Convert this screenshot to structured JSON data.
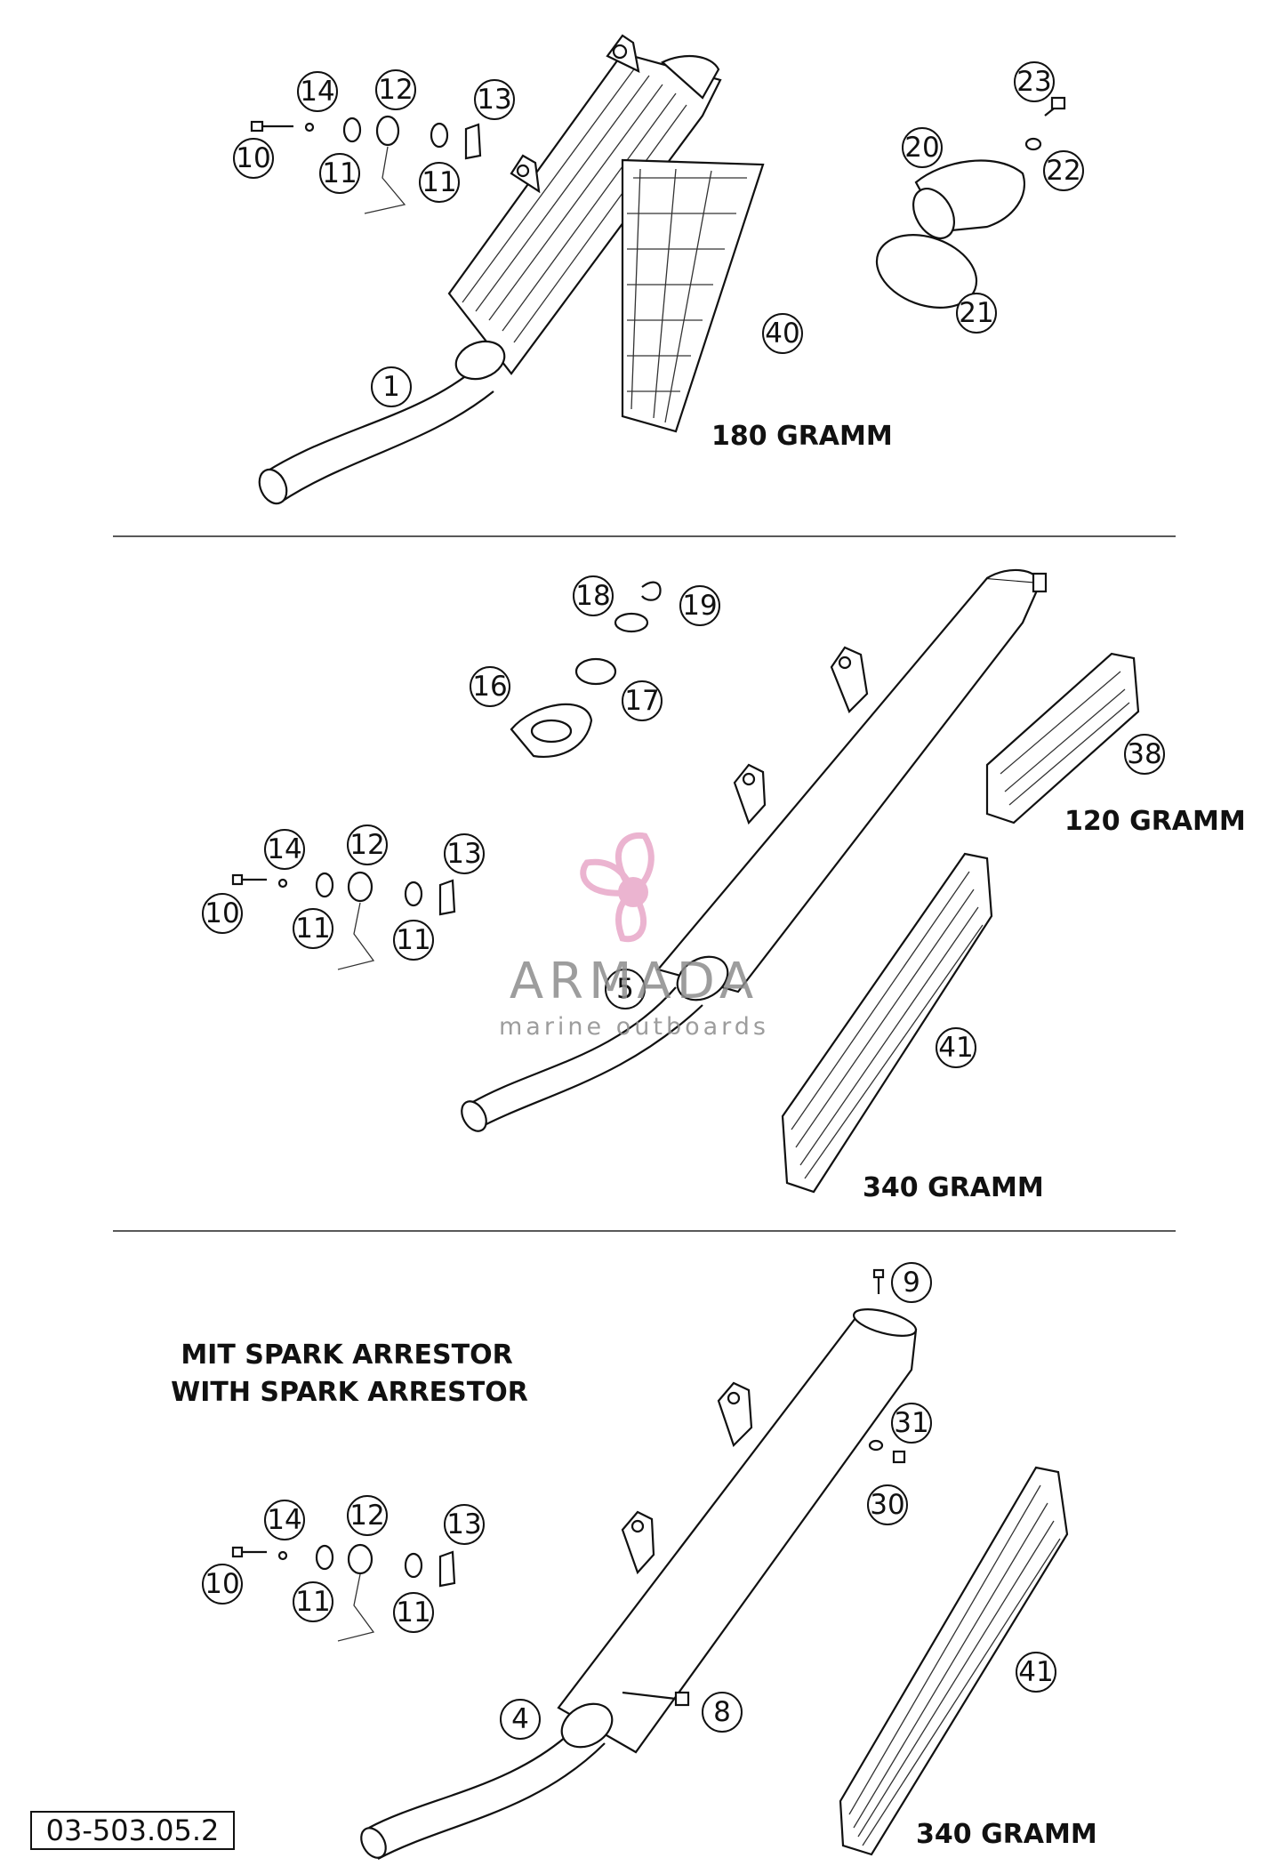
{
  "diagram_code": "03-503.05.2",
  "section_titles": {
    "line1": "MIT SPARK ARRESTOR",
    "line2": "WITH SPARK ARRESTOR"
  },
  "weights": {
    "top": "180 GRAMM",
    "middle_small": "120 GRAMM",
    "middle_large": "340 GRAMM",
    "bottom": "340 GRAMM"
  },
  "watermark": {
    "brand": "ARMADA",
    "tagline": "marine outboards",
    "color": "#e8a8c8"
  },
  "callouts": {
    "top": [
      "14",
      "12",
      "13",
      "10",
      "11",
      "11",
      "1",
      "40",
      "23",
      "20",
      "22",
      "21"
    ],
    "middle": [
      "18",
      "19",
      "16",
      "17",
      "38",
      "14",
      "12",
      "13",
      "10",
      "11",
      "11",
      "5",
      "41"
    ],
    "bottom": [
      "9",
      "31",
      "30",
      "14",
      "12",
      "13",
      "10",
      "11",
      "11",
      "4",
      "8",
      "41"
    ]
  }
}
